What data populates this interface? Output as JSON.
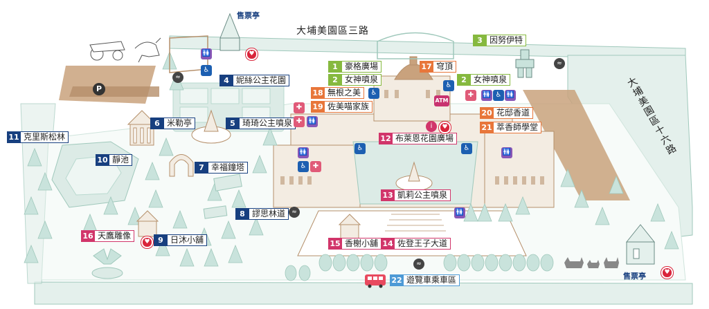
{
  "roads": {
    "top": "大埔美園區三路",
    "right": "大埔美園區十六路"
  },
  "ticket_booths": [
    "售票亭",
    "售票亭"
  ],
  "parking": {
    "label": "P"
  },
  "atm": {
    "label": "ATM"
  },
  "poi": [
    {
      "num": "1",
      "label": "豪格廣場",
      "color": "green"
    },
    {
      "num": "2",
      "label": "女神噴泉",
      "color": "green"
    },
    {
      "num": "2",
      "label": "女神噴泉",
      "color": "green"
    },
    {
      "num": "3",
      "label": "因努伊特",
      "color": "green"
    },
    {
      "num": "4",
      "label": "妮絲公主花園",
      "color": "navy"
    },
    {
      "num": "5",
      "label": "琦琦公主噴泉",
      "color": "navy"
    },
    {
      "num": "6",
      "label": "米勒亭",
      "color": "navy"
    },
    {
      "num": "7",
      "label": "幸福鐘塔",
      "color": "navy"
    },
    {
      "num": "8",
      "label": "謬思林道",
      "color": "navy"
    },
    {
      "num": "9",
      "label": "日沐小舖",
      "color": "navy"
    },
    {
      "num": "10",
      "label": "靜池",
      "color": "navy"
    },
    {
      "num": "11",
      "label": "克里斯松林",
      "color": "navy"
    },
    {
      "num": "12",
      "label": "布萊恩花園廣場",
      "color": "pink"
    },
    {
      "num": "13",
      "label": "凱莉公主噴泉",
      "color": "pink"
    },
    {
      "num": "14",
      "label": "佐登王子大道",
      "color": "pink"
    },
    {
      "num": "15",
      "label": "香榭小舖",
      "color": "pink"
    },
    {
      "num": "16",
      "label": "天鷹雕像",
      "color": "pink"
    },
    {
      "num": "17",
      "label": "穹頂",
      "color": "orange"
    },
    {
      "num": "18",
      "label": "無根之美",
      "color": "orange"
    },
    {
      "num": "19",
      "label": "佐美喵家族",
      "color": "orange"
    },
    {
      "num": "20",
      "label": "花邸香道",
      "color": "orange"
    },
    {
      "num": "21",
      "label": "萃香師學堂",
      "color": "orange"
    },
    {
      "num": "22",
      "label": "遊覽車乘車區",
      "color": "blue"
    }
  ],
  "icons": {
    "wc": "wc-icon",
    "accessible": "wheelchair-icon",
    "first_aid": "first-aid-icon",
    "info": "info-icon",
    "heart": "heart-icon",
    "smoking": "smoking-area-icon"
  },
  "colors": {
    "road": "#e4f0ec",
    "road_border": "#9fc8bb",
    "building": "#f3ece2",
    "building_line": "#b58f6a",
    "path_brown": "#c9a27d",
    "tree": "#c9e3dc",
    "garden": "#dcebe6",
    "green": "#86b93f",
    "navy": "#173f7f",
    "orange": "#e8763a",
    "pink": "#d1356a",
    "blue": "#4d9ad6"
  }
}
